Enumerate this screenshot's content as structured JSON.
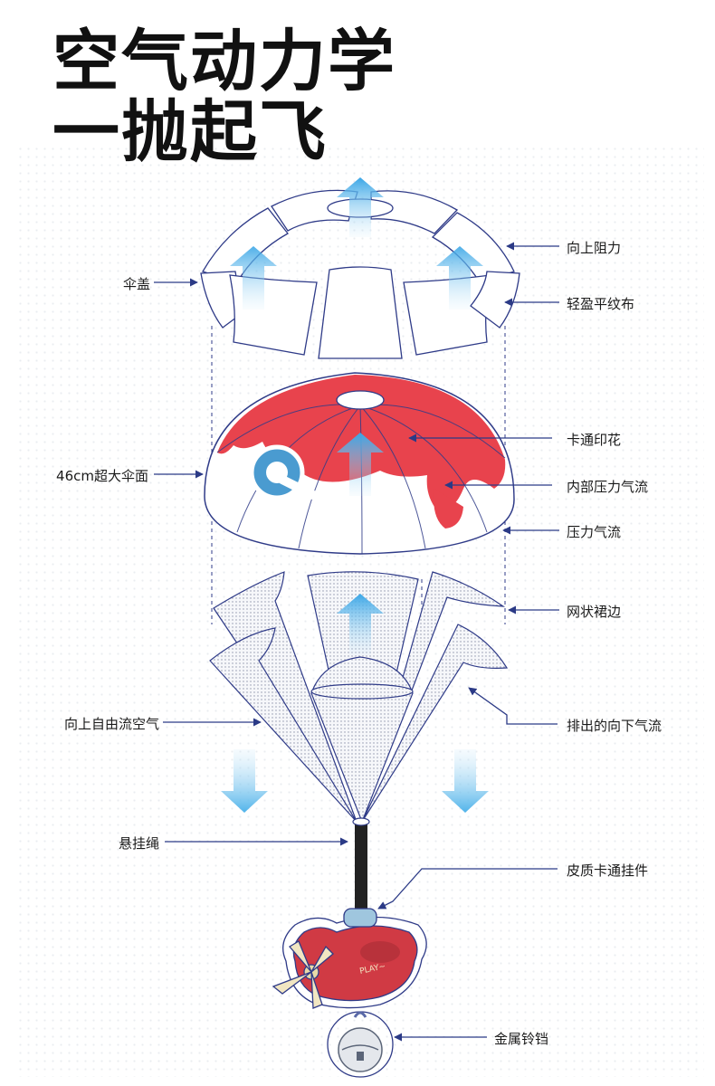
{
  "title": {
    "line1": "空气动力学",
    "line2": "一抛起飞"
  },
  "labels": {
    "canopy": "伞盖",
    "upward_drag": "向上阻力",
    "light_fabric": "轻盈平纹布",
    "cartoon_print": "卡通印花",
    "canopy_size": "46cm超大伞面",
    "internal_airflow": "内部压力气流",
    "pressure_airflow": "压力气流",
    "mesh_skirt": "网状裙边",
    "upward_free_air": "向上自由流空气",
    "downward_airflow": "排出的向下气流",
    "suspension_cord": "悬挂绳",
    "leather_pendant": "皮质卡通挂件",
    "metal_bell": "金属铃铛"
  },
  "pendant": {
    "text": "PLAY~"
  },
  "colors": {
    "canopy_red": "#e8434d",
    "arrow_blue": "#5ab7ea",
    "line_navy": "#2b3a86",
    "outline": "#2f3b88"
  }
}
